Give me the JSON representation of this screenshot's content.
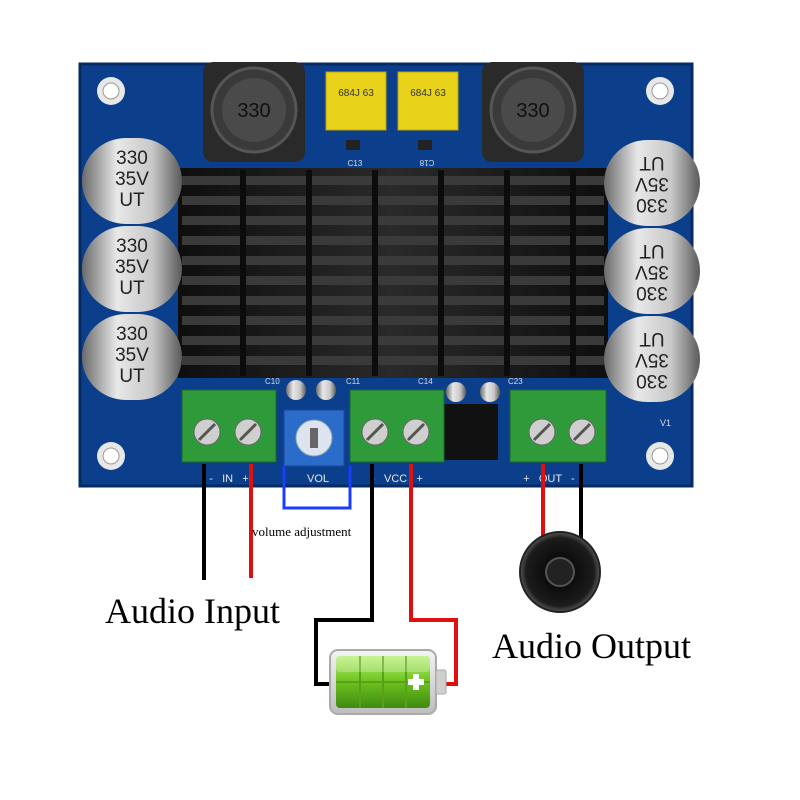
{
  "board": {
    "inductor_left": "330",
    "inductor_right": "330",
    "cap_film_left": "684J 63",
    "cap_film_right": "684J 63",
    "cap_smd_left": "C13",
    "cap_smd_right": "C18",
    "cap_left_1": [
      "330",
      "35V",
      "UT"
    ],
    "cap_left_2": [
      "330",
      "35V",
      "UT"
    ],
    "cap_left_3": [
      "330",
      "35V",
      "UT"
    ],
    "cap_right_1": [
      "330",
      "35V",
      "UT"
    ],
    "cap_right_2": [
      "330",
      "35V",
      "UT"
    ],
    "cap_right_3": [
      "330",
      "35V",
      "UT"
    ],
    "ref_c10": "C10",
    "ref_c11": "C11",
    "ref_c14": "C14",
    "ref_c23": "C23",
    "ref_v1": "V1",
    "silk_in": "-   IN   +",
    "silk_vol": "VOL",
    "silk_vcc": "-   VCC   +",
    "silk_out": "+   OUT   -"
  },
  "labels": {
    "audio_input": "Audio Input",
    "audio_output": "Audio Output",
    "volume_adjustment": "volume adjustment"
  },
  "colors": {
    "pcb": "#0b3f8c",
    "heatsink": "#1b1b1b",
    "terminal": "#2f9a3a",
    "film_cap": "#e8d21a",
    "wire_red": "#e01010",
    "wire_black": "#000000",
    "vol_box": "#1a3cff",
    "battery": "#7ed321"
  }
}
